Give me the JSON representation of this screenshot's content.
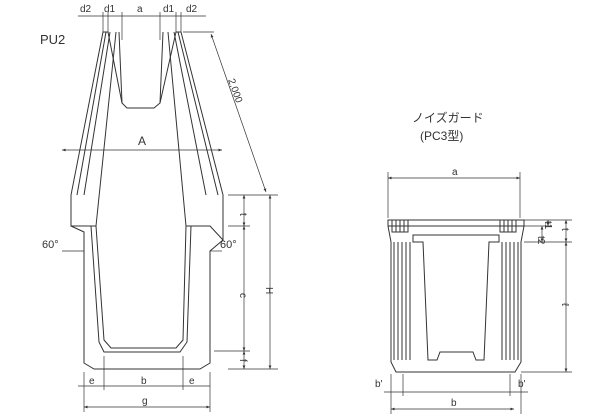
{
  "left_figure": {
    "title": "PU2",
    "dims": {
      "d2_left": "d2",
      "d1_left": "d1",
      "a": "a",
      "d1_right": "d1",
      "d2_right": "d2",
      "length": "2,000",
      "A": "A",
      "angle_left": "60°",
      "angle_right": "60°",
      "t": "t",
      "c": "c",
      "H": "H",
      "f": "f",
      "e_left": "e",
      "b": "b",
      "e_right": "e",
      "g": "g"
    }
  },
  "right_figure": {
    "title": "ノイズガード",
    "subtitle": "(PC3型)",
    "dims": {
      "a": "a",
      "t2": "t2",
      "t1": "t1",
      "t": "t",
      "l": "ℓ",
      "b_left": "b'",
      "b": "b",
      "b_right": "b'"
    }
  }
}
